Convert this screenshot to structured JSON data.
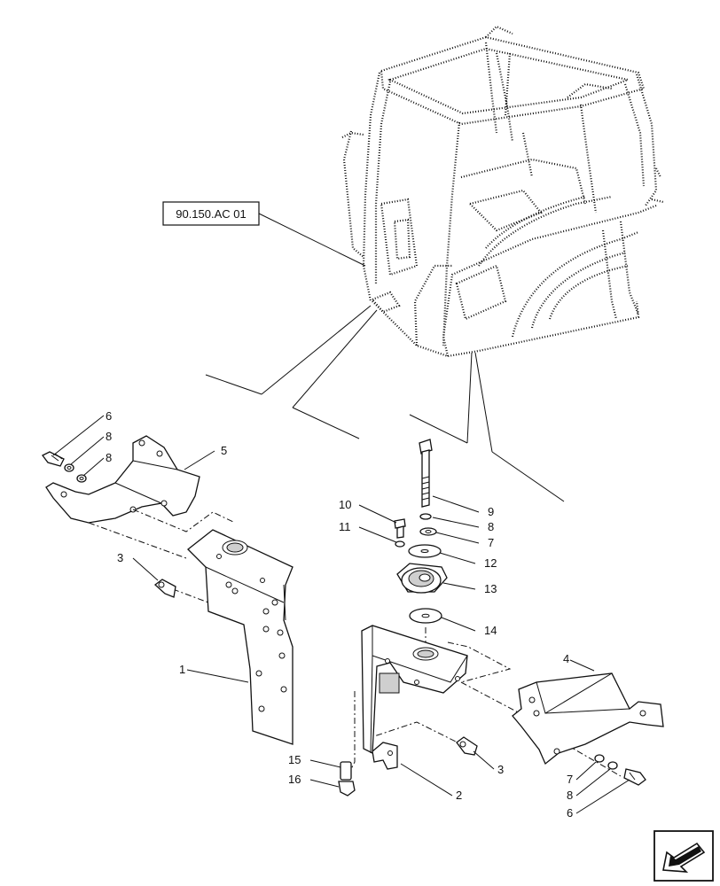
{
  "reference_box": {
    "text": "90.150.AC 01"
  },
  "callouts": [
    {
      "id": "c6a",
      "text": "6"
    },
    {
      "id": "c8a",
      "text": "8"
    },
    {
      "id": "c8b",
      "text": "8"
    },
    {
      "id": "c5",
      "text": "5"
    },
    {
      "id": "c3a",
      "text": "3"
    },
    {
      "id": "c1",
      "text": "1"
    },
    {
      "id": "c10",
      "text": "10"
    },
    {
      "id": "c11",
      "text": "11"
    },
    {
      "id": "c9",
      "text": "9"
    },
    {
      "id": "c8c",
      "text": "8"
    },
    {
      "id": "c7a",
      "text": "7"
    },
    {
      "id": "c12",
      "text": "12"
    },
    {
      "id": "c13",
      "text": "13"
    },
    {
      "id": "c14",
      "text": "14"
    },
    {
      "id": "c4",
      "text": "4"
    },
    {
      "id": "c3b",
      "text": "3"
    },
    {
      "id": "c2",
      "text": "2"
    },
    {
      "id": "c15",
      "text": "15"
    },
    {
      "id": "c16",
      "text": "16"
    },
    {
      "id": "c7b",
      "text": "7"
    },
    {
      "id": "c8d",
      "text": "8"
    },
    {
      "id": "c6b",
      "text": "6"
    }
  ],
  "icons": {
    "nav": "next-page-arrow-icon"
  }
}
